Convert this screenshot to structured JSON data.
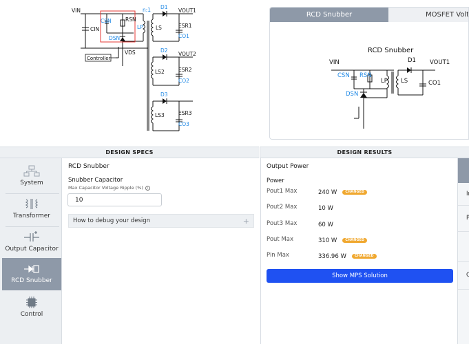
{
  "schematic": {
    "labels": {
      "vin": "VIN",
      "cin": "CIN",
      "csn": "CSN",
      "rsn": "RSN",
      "dsn": "DSN",
      "lp": "LP",
      "ls": "LS",
      "ratio": "n:1",
      "vds": "VDS",
      "controller": "Controller",
      "d1": "D1",
      "vout1": "VOUT1",
      "esr1": "ESR1",
      "co1": "CO1",
      "d2": "D2",
      "vout2": "VOUT2",
      "ls2": "LS2",
      "esr2": "ESR2",
      "co2": "CO2",
      "d3": "D3",
      "ls3": "LS3",
      "esr3": "ESR3",
      "co3": "CO3"
    },
    "colors": {
      "accent": "#1e88e5",
      "highlight": "#e53935",
      "wire": "#111111"
    }
  },
  "preview": {
    "tabs": [
      {
        "label": "RCD Snubber",
        "active": true
      },
      {
        "label": "MOSFET Voltage",
        "active": false
      }
    ],
    "title": "RCD Snubber",
    "labels": {
      "vin": "VIN",
      "csn": "CSN",
      "rsn": "RSN",
      "dsn": "DSN",
      "lp": "LP",
      "ls": "LS",
      "d1": "D1",
      "vout1": "VOUT1",
      "co1": "CO1"
    }
  },
  "headers": {
    "specs": "DESIGN SPECS",
    "results": "DESIGN RESULTS"
  },
  "nav": {
    "items": [
      {
        "label": "System",
        "icon": "system-icon",
        "active": false
      },
      {
        "label": "Transformer",
        "icon": "transformer-icon",
        "active": false
      },
      {
        "label": "Output Capacitor",
        "icon": "capacitor-icon",
        "active": false
      },
      {
        "label": "RCD Snubber",
        "icon": "snubber-icon",
        "active": true
      },
      {
        "label": "Control",
        "icon": "chip-icon",
        "active": false
      }
    ]
  },
  "specs": {
    "title": "RCD Snubber",
    "subtitle": "Snubber Capacitor",
    "field_label": "Max Capacitor Voltage Ripple (%)",
    "field_value": "10",
    "debug_label": "How to debug your design",
    "debug_plus": "+"
  },
  "results": {
    "title": "Output Power",
    "subtitle": "Power",
    "rows": [
      {
        "label": "Pout1 Max",
        "value": "240 W",
        "badge": "CHANGED"
      },
      {
        "label": "Pout2 Max",
        "value": "10 W",
        "badge": ""
      },
      {
        "label": "Pout3 Max",
        "value": "60 W",
        "badge": ""
      },
      {
        "label": "Pout Max",
        "value": "310 W",
        "badge": "CHANGED"
      },
      {
        "label": "Pin Max",
        "value": "336.96 W",
        "badge": "CHANGED"
      }
    ],
    "button_label": "Show MPS Solution"
  },
  "right_column": {
    "items": [
      "In",
      "P",
      "",
      "O"
    ]
  }
}
